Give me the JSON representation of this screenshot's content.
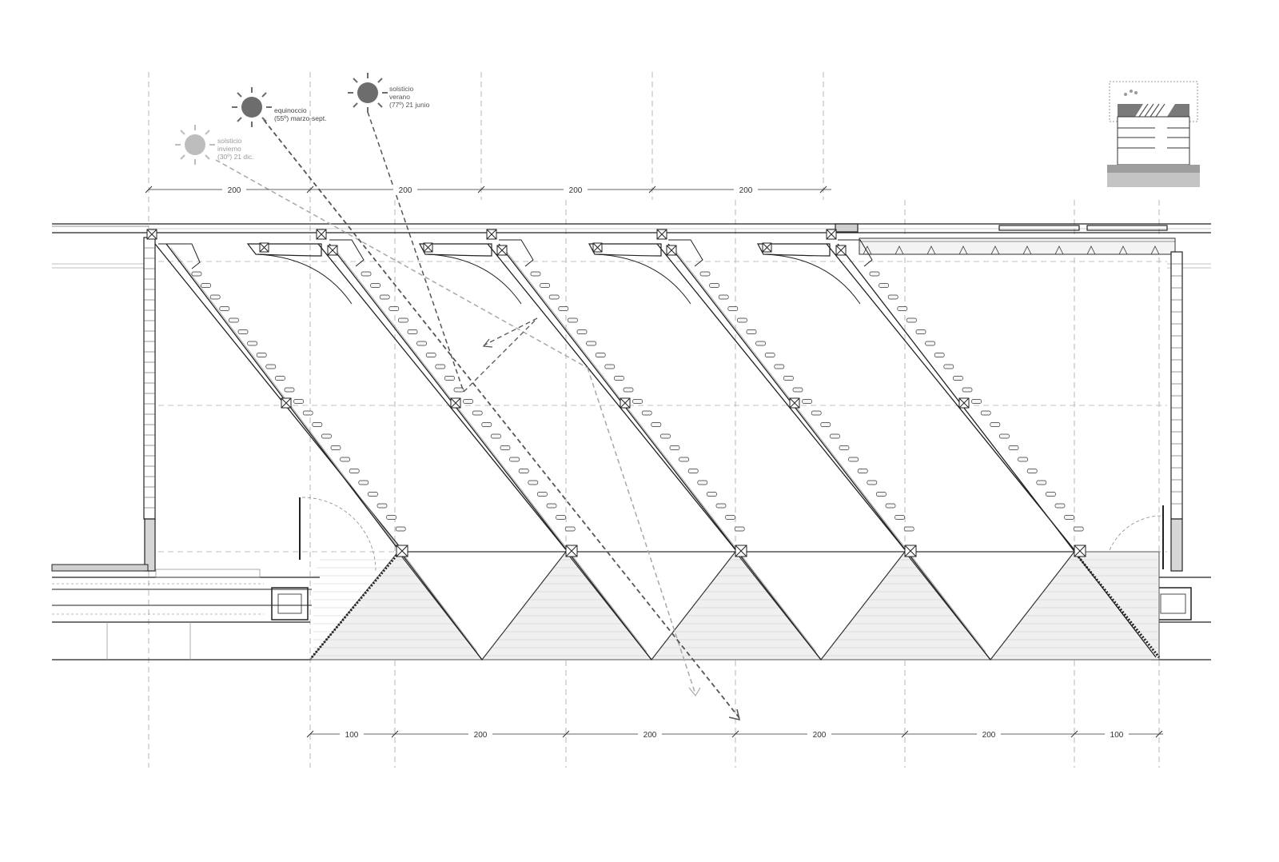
{
  "top_dimensions": [
    "200",
    "200",
    "200",
    "200"
  ],
  "bottom_dimensions": [
    "100",
    "200",
    "200",
    "200",
    "200",
    "100"
  ],
  "suns": [
    {
      "lines": [
        "solsticio",
        "invierno",
        "(30º) 21 dic."
      ],
      "color": "#b9b9b9",
      "label_color": "#9a9a9a"
    },
    {
      "lines": [
        "equinoccio",
        "(55º)  marzo-sept."
      ],
      "color": "#707070",
      "label_color": "#444444"
    },
    {
      "lines": [
        "solsticio",
        "verano",
        "(77º) 21 junio"
      ],
      "color": "#707070",
      "label_color": "#555555"
    }
  ]
}
